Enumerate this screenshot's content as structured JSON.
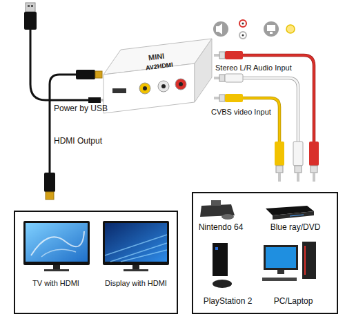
{
  "diagram": {
    "nodes": [
      {
        "text": [
          "MINI",
          "AV2HDMI"
        ]
      },
      {
        "text": [
          "TV with HDMI",
          "Display with HDMI"
        ]
      },
      {
        "text": [
          "Nintendo 64",
          "Blue ray/DVD",
          "PlayStation 2",
          "PC/Laptop"
        ]
      }
    ],
    "labels": [
      "Stereo L/R Audio Input",
      "Power by USB",
      "CVBS video Input",
      "HDMI Output"
    ]
  }
}
